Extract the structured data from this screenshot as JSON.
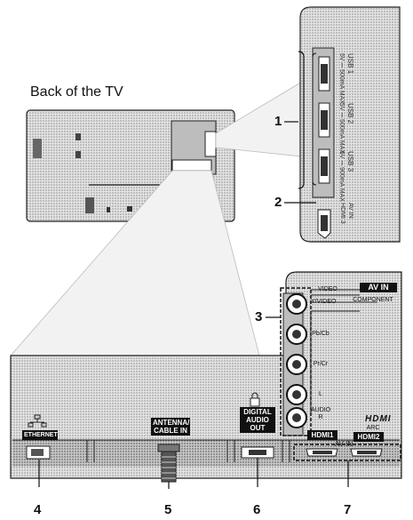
{
  "title": "Back of the TV",
  "callouts": [
    "1",
    "2",
    "3",
    "4",
    "5",
    "6",
    "7"
  ],
  "usb_ports": [
    {
      "name": "USB 1",
      "spec": "5V ⎓ 500mA MAX"
    },
    {
      "name": "USB 2",
      "spec": "5V ⎓ 500mA MAX"
    },
    {
      "name": "USB 3",
      "spec": "5V ⎓ 900mA MAX"
    }
  ],
  "side_hdmi": {
    "line1": "AV IN",
    "line2": "HDMI 3"
  },
  "av_panel": {
    "header": "AV IN",
    "video": "VIDEO",
    "component": "COMPONENT",
    "jack_labels": [
      "Y/VIDEO",
      "Pb/Cb",
      "Pr/Cr",
      "L",
      "AUDIO R"
    ]
  },
  "bottom_ports": {
    "ethernet": "ETHERNET",
    "antenna": "ANTENNA/ CABLE IN",
    "digital_audio": "DIGITAL AUDIO OUT",
    "hdmi_logo": "HDMI",
    "hdmi1": "HDMI1",
    "arc": "ARC",
    "hdmi2": "HDMI2",
    "av_in": "AV IN"
  },
  "colors": {
    "panel": "#cfcfcf",
    "line": "#1a1a1a",
    "shade": "#9a9a9a"
  }
}
